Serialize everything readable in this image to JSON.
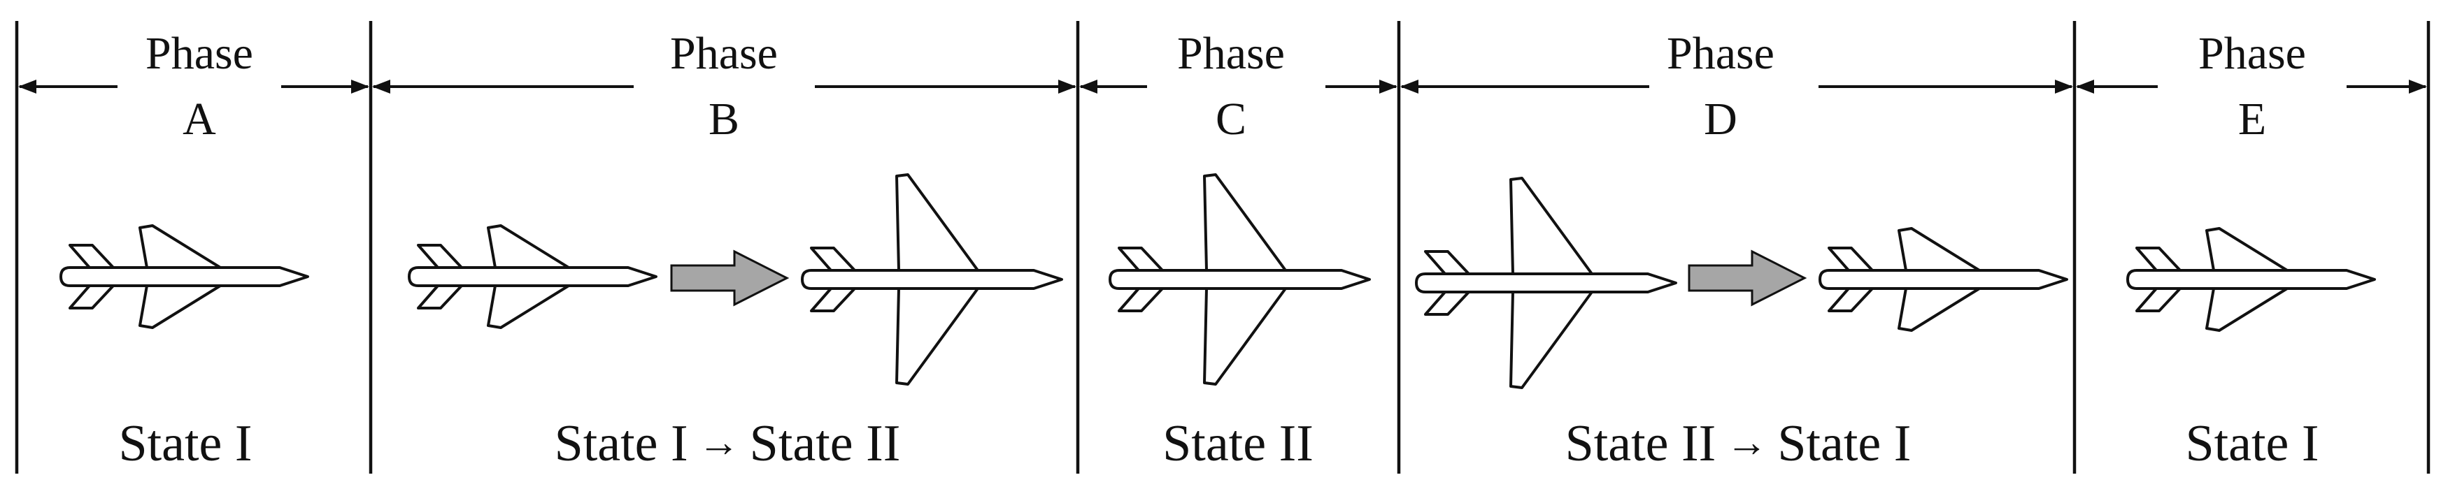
{
  "phases": [
    {
      "line1": "Phase",
      "line2": "A",
      "state": "State I",
      "state_from": "",
      "arrow": "",
      "state_to": ""
    },
    {
      "line1": "Phase",
      "line2": "B",
      "state": "",
      "state_from": "State I",
      "arrow": "→",
      "state_to": "State II"
    },
    {
      "line1": "Phase",
      "line2": "C",
      "state": "State II",
      "state_from": "",
      "arrow": "",
      "state_to": ""
    },
    {
      "line1": "Phase",
      "line2": "D",
      "state": "",
      "state_from": "State II",
      "arrow": "→",
      "state_to": "State I"
    },
    {
      "line1": "Phase",
      "line2": "E",
      "state": "State I",
      "state_from": "",
      "arrow": "",
      "state_to": ""
    }
  ],
  "colors": {
    "line": "#111111",
    "transition_arrow_fill": "#a6a6a6",
    "aircraft_fill": "#ffffff"
  },
  "icons": [
    "swept-wing-aircraft-icon",
    "extended-wing-aircraft-icon",
    "transition-arrow-icon"
  ]
}
